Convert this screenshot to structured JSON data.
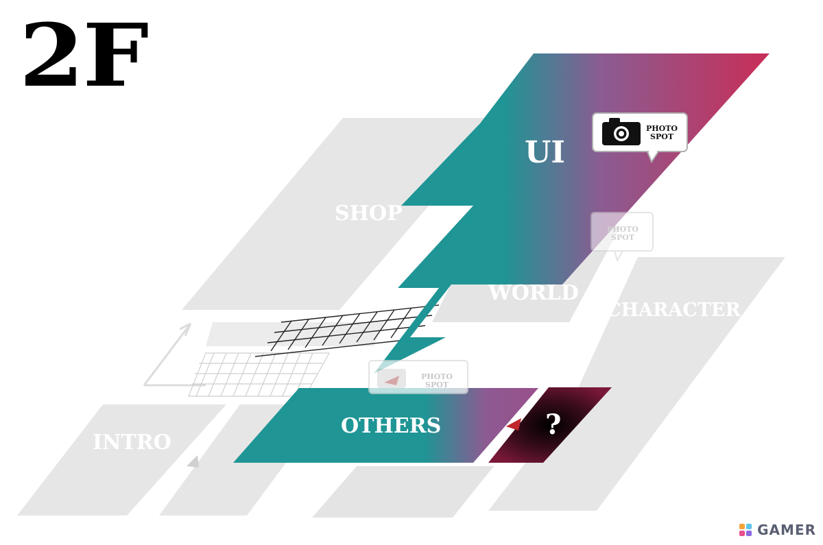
{
  "floor": {
    "label": "2F"
  },
  "zones": {
    "ui": "UI",
    "shop": "SHOP",
    "world": "WORLD",
    "character": "CHARACTER",
    "intro": "INTRO",
    "others": "OTHERS",
    "mystery": "?"
  },
  "photo_spot": {
    "line1": "PHOTO",
    "line2": "SPOT"
  },
  "watermark": {
    "text": "GAMER"
  },
  "colors": {
    "teal": "#1f9595",
    "purple": "#8d5a92",
    "crimson": "#c1325a",
    "dark_maroon": "#7a1838",
    "faded_gray": "#e3e3e3"
  }
}
